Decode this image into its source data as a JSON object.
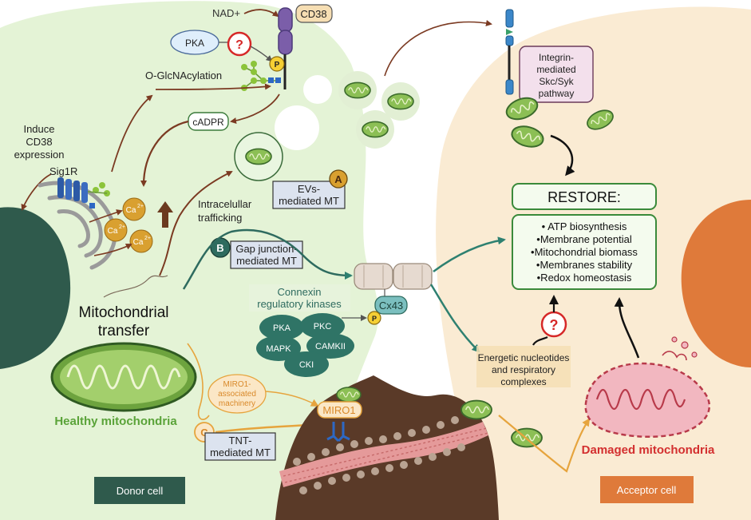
{
  "labels": {
    "nad": "NAD+",
    "cd38": "CD38",
    "pka": "PKA",
    "question": "?",
    "p": "P",
    "oglcnac": "O-GlcNAcylation",
    "cadpr": "cADPR",
    "induce_line1": "Induce",
    "induce_line2": "CD38",
    "induce_line3": "expression",
    "sig1r": "Sig1R",
    "ca": "Ca",
    "ca_sup": "2+",
    "intracellular_line1": "Intracelullar",
    "intracellular_line2": "trafficking",
    "evs_line1": "EVs-",
    "evs_line2": "mediated MT",
    "letter_a": "A",
    "letter_b": "B",
    "letter_c": "C",
    "gap_line1": "Gap junction-",
    "gap_line2": "mediated MT",
    "connexin_line1": "Connexin",
    "connexin_line2": "regulatory kinases",
    "cx43": "Cx43",
    "kinases": [
      "PKA",
      "PKC",
      "MAPK",
      "CAMKII",
      "CKI"
    ],
    "mito_transfer_line1": "Mitochondrial",
    "mito_transfer_line2": "transfer",
    "miro1_machinery_line1": "MIRO1-",
    "miro1_machinery_line2": "associated",
    "miro1_machinery_line3": "machinery",
    "miro1": "MIRO1",
    "healthy": "Healthy mitochondria",
    "tnt_line1": "TNT-",
    "tnt_line2": "mediated MT",
    "donor": "Donor cell",
    "integrin_line1": "Integrin-",
    "integrin_line2": "mediated",
    "integrin_line3": "Skc/Syk",
    "integrin_line4": "pathway",
    "restore": "RESTORE:",
    "restore_items": [
      "• ATP biosynthesis",
      "•Membrane potential",
      "•Mitochondrial biomass",
      "•Membranes stability",
      "•Redox homeostasis"
    ],
    "energetic_line1": "Energetic nucleotides",
    "energetic_line2": "and respiratory",
    "energetic_line3": "complexes",
    "damaged": "Damaged mitochondria",
    "acceptor": "Acceptor cell"
  },
  "colors": {
    "donor_fill": "#e4f3d6",
    "acceptor_fill": "#faebd3",
    "donor_nucleus": "#2f5a4c",
    "acceptor_nucleus": "#df7a3a",
    "healthy_text": "#5aa339",
    "damaged_text": "#d32f2f",
    "tag_box": "#dce3ef",
    "kinase": "#2f7466",
    "gap_letter": "#2e6b5f",
    "badge_gold": "#d9a030",
    "arrow_brown": "#7b3a22",
    "arrow_teal": "#2e8070",
    "arrow_gold": "#e6a43d",
    "restore_border": "#3a8a3a",
    "integrin_box": "#f3e0ec",
    "energetic_box": "#f4dfb4",
    "tissue_dark": "#5a3a28"
  }
}
